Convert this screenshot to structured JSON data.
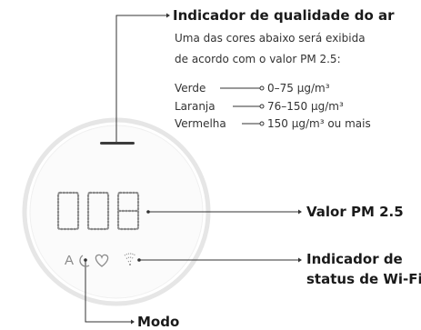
{
  "diagram": {
    "air_quality": {
      "title": "Indicador de qualidade do ar",
      "desc_line1": "Uma das cores abaixo será exibida",
      "desc_line2": "de acordo com o valor PM 2.5:",
      "levels": [
        {
          "color_name": "Verde",
          "range": "0–75 μg/m³"
        },
        {
          "color_name": "Laranja",
          "range": "76–150 μg/m³"
        },
        {
          "color_name": "Vermelha",
          "range": "150 μg/m³ ou mais"
        }
      ]
    },
    "pm_value": {
      "label": "Valor PM 2.5",
      "display": "008"
    },
    "wifi": {
      "label_line1": "Indicador de",
      "label_line2": "status de Wi-Fi"
    },
    "mode": {
      "label": "Modo",
      "letter": "A"
    },
    "colors": {
      "line": "#333333",
      "text": "#1f1f1f",
      "device_ring": "#e6e6e6",
      "device_face": "#fbfbfb",
      "indicator_bar": "#3c3c3c",
      "digits": "#8a8a8a"
    }
  }
}
